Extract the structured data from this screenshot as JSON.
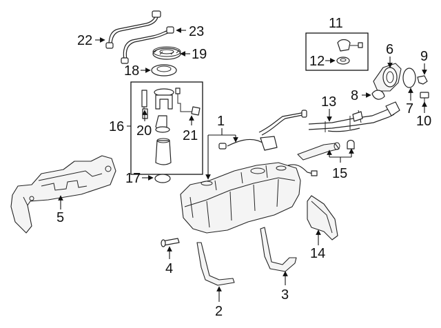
{
  "diagram": {
    "callouts": [
      {
        "id": "c1",
        "label": "1"
      },
      {
        "id": "c2",
        "label": "2"
      },
      {
        "id": "c3",
        "label": "3"
      },
      {
        "id": "c4",
        "label": "4"
      },
      {
        "id": "c5",
        "label": "5"
      },
      {
        "id": "c6",
        "label": "6"
      },
      {
        "id": "c7",
        "label": "7"
      },
      {
        "id": "c8",
        "label": "8"
      },
      {
        "id": "c9",
        "label": "9"
      },
      {
        "id": "c10",
        "label": "10"
      },
      {
        "id": "c11",
        "label": "11"
      },
      {
        "id": "c12",
        "label": "12"
      },
      {
        "id": "c13",
        "label": "13"
      },
      {
        "id": "c14",
        "label": "14"
      },
      {
        "id": "c15",
        "label": "15"
      },
      {
        "id": "c16",
        "label": "16"
      },
      {
        "id": "c17",
        "label": "17"
      },
      {
        "id": "c18",
        "label": "18"
      },
      {
        "id": "c19",
        "label": "19"
      },
      {
        "id": "c20",
        "label": "20"
      },
      {
        "id": "c21",
        "label": "21"
      },
      {
        "id": "c22",
        "label": "22"
      },
      {
        "id": "c23",
        "label": "23"
      }
    ]
  }
}
